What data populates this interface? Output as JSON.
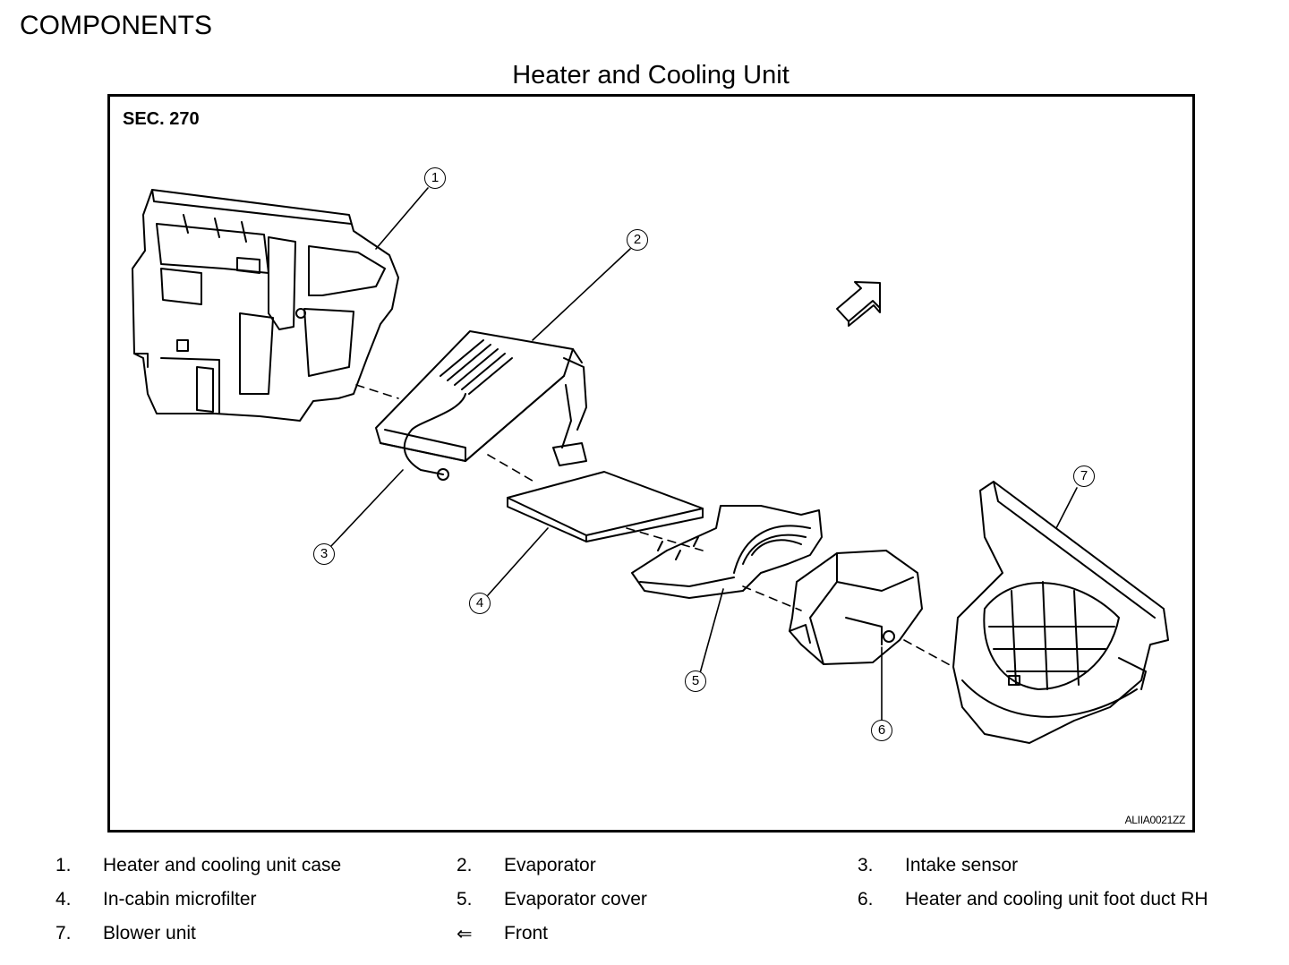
{
  "heading": "COMPONENTS",
  "figure": {
    "title": "Heater and Cooling Unit",
    "section": "SEC. 270",
    "code": "ALIIA0021ZZ"
  },
  "callouts": [
    "1",
    "2",
    "3",
    "4",
    "5",
    "6",
    "7"
  ],
  "legend": [
    {
      "num": "1.",
      "text": "Heater and cooling unit case"
    },
    {
      "num": "2.",
      "text": "Evaporator"
    },
    {
      "num": "3.",
      "text": "Intake sensor"
    },
    {
      "num": "4.",
      "text": "In-cabin microfilter"
    },
    {
      "num": "5.",
      "text": "Evaporator cover"
    },
    {
      "num": "6.",
      "text": "Heater and cooling unit foot duct RH"
    },
    {
      "num": "7.",
      "text": "Blower unit"
    },
    {
      "num": "⇐",
      "text": "Front"
    }
  ],
  "icons": {
    "front_arrow": "front-direction-arrow-icon"
  }
}
